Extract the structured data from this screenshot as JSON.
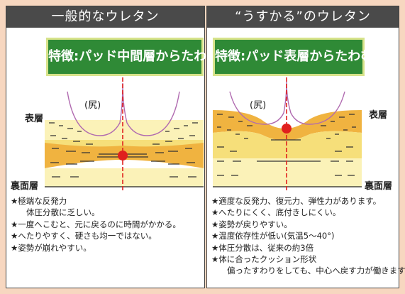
{
  "left": {
    "header": "一般的なウレタン",
    "feature": "特徴:パッド中間層からたわむ",
    "buttock_label": "(尻)",
    "surface_label": "表層",
    "back_label": "裏面層",
    "notes": [
      {
        "text": "★極端な反発力",
        "sub": false
      },
      {
        "text": "体圧分散に乏しい。",
        "sub": true
      },
      {
        "text": "★一度へこむと、元に戻るのに時間がかかる。",
        "sub": false
      },
      {
        "text": "★へたりやすく、硬さも均一ではない。",
        "sub": false
      },
      {
        "text": "★姿勢が崩れやすい。",
        "sub": false
      }
    ]
  },
  "right": {
    "header": "“うすかる”のウレタン",
    "feature": "特徴:パッド表層からたわむ",
    "buttock_label": "(尻)",
    "surface_label": "表層",
    "back_label": "裏面層",
    "notes": [
      {
        "text": "★適度な反発力、復元力、弾性力があります。",
        "sub": false
      },
      {
        "text": "★へたりにくく、底付きしにくい。",
        "sub": false
      },
      {
        "text": "★姿勢が戻りやすい。",
        "sub": false
      },
      {
        "text": "★温度依存性が低い(気温5〜40°)",
        "sub": false
      },
      {
        "text": "★体圧分散は、従来の約3倍",
        "sub": false
      },
      {
        "text": "★体に合ったクッション形状",
        "sub": false
      },
      {
        "text": "偏ったすわりをしても、中心へ戻す力が働きます。",
        "sub": true
      }
    ]
  },
  "colors": {
    "background": "#f7d7c0",
    "header": "#4a4a4a",
    "feature": "#2f8a36",
    "feature_border": "#d7e38a",
    "center_line": "#e0201e",
    "buttock_curve": "#b06ab0",
    "foam_light": "#fbf2b8",
    "foam_mid": "#f6df7a",
    "foam_deep": "#f0b340"
  }
}
